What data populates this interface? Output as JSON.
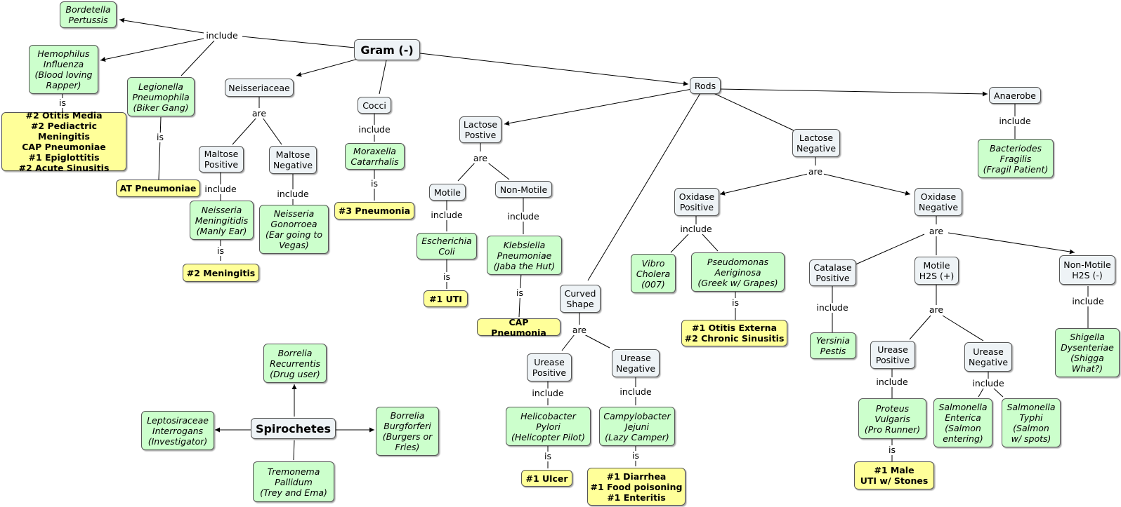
{
  "nodes": {
    "gram": "Gram (-)",
    "bordetella": "Bordetella\nPertussis",
    "hemophilus": "Hemophilus\nInfluenza\n(Blood loving\nRapper)",
    "hemo_dx": "#2 Otitis Media\n#2 Pediactric Meningitis\nCAP Pneumoniae\n#1 Epiglottitis\n#2 Acute Sinusitis",
    "legionella": "Legionella\nPneumophila\n(Biker Gang)",
    "legion_dx": "AT Pneumoniae",
    "neisseriaceae": "Neisseriaceae",
    "maltose_pos": "Maltose\nPositive",
    "maltose_neg": "Maltose\nNegative",
    "n_mening": "Neisseria\nMeningitidis\n(Manly Ear)",
    "n_gonor": "Neisseria\nGonorroea\n(Ear going to\nVegas)",
    "mening_dx": "#2 Meningitis",
    "cocci": "Cocci",
    "moraxella": "Moraxella\nCatarrhalis",
    "morax_dx": "#3 Pneumonia",
    "rods": "Rods",
    "lactose_pos": "Lactose\nPostive",
    "motile": "Motile",
    "nonmotile": "Non-Motile",
    "ecoli": "Escherichia\nColi",
    "ecoli_dx": "#1 UTI",
    "klebsiella": "Klebsiella\nPneumoniae\n(Jaba the Hut)",
    "kleb_dx": "CAP Pneumonia",
    "curved": "Curved\nShape",
    "urease_pos1": "Urease\nPositive",
    "urease_neg1": "Urease\nNegative",
    "helico": "Helicobacter\nPylori\n(Helicopter Pilot)",
    "helico_dx": "#1 Ulcer",
    "campylo": "Campylobacter\nJejuni\n(Lazy Camper)",
    "campylo_dx": "#1 Diarrhea\n#1 Food poisoning\n#1 Enteritis",
    "lactose_neg": "Lactose\nNegative",
    "oxidase_pos": "Oxidase\nPositive",
    "oxidase_neg": "Oxidase\nNegative",
    "vibrio": "Vibro\nCholera\n(007)",
    "pseudo": "Pseudomonas\nAeriginosa\n(Greek w/ Grapes)",
    "pseudo_dx": "#1 Otitis Externa\n#2 Chronic Sinusitis",
    "catalase": "Catalase\nPositive",
    "yersinia": "Yersinia\nPestis",
    "motile_h2s": "Motile\nH2S (+)",
    "nonmotile_h2s": "Non-Motile\nH2S (-)",
    "urease_pos2": "Urease\nPositive",
    "urease_neg2": "Urease\nNegative",
    "proteus": "Proteus\nVulgaris\n(Pro Runner)",
    "proteus_dx": "#1 Male\nUTI w/ Stones",
    "salm_ent": "Salmonella\nEnterica\n(Salmon\nentering)",
    "salm_typhi": "Salmonella\nTyphi\n(Salmon\nw/ spots)",
    "shigella": "Shigella\nDysenteriae\n(Shigga\nWhat?)",
    "anaerobe": "Anaerobe",
    "bacteroides": "Bacteriodes\nFragilis\n(Fragil Patient)",
    "spiro": "Spirochetes",
    "borrelia_rec": "Borrelia\nRecurrentis\n(Drug user)",
    "leptospira": "Leptosiraceae\nInterrogans\n(Investigator)",
    "borrelia_burg": "Borrelia\nBurgforferi\n(Burgers or\nFries)",
    "treponema": "Tremonema\nPallidum\n(Trey and Ema)"
  },
  "labels": {
    "gram_include": "include",
    "hemo_is": "is",
    "legion_is": "is",
    "neiss_are": "are",
    "mpos_include": "include",
    "mneg_include": "include",
    "mening_is": "is",
    "cocci_include": "include",
    "morax_is": "is",
    "lpos_are": "are",
    "motile_include": "include",
    "nonmotile_include": "include",
    "ecoli_is": "is",
    "kleb_is": "is",
    "curved_are": "are",
    "upos1_include": "include",
    "uneg1_include": "include",
    "helico_is": "is",
    "campylo_is": "is",
    "lneg_are": "are",
    "oxpos_include": "include",
    "pseudo_is": "is",
    "oxneg_are": "are",
    "catalase_include": "include",
    "motileh2s_are": "are",
    "nonmotileh2s_include": "include",
    "upos2_include": "include",
    "uneg2_include": "include",
    "proteus_is": "is",
    "anaerobe_include": "include"
  },
  "colors": {
    "concept": "#eef3f6",
    "organism": "#ccffcc",
    "disease": "#ffff99",
    "line": "#000000"
  }
}
